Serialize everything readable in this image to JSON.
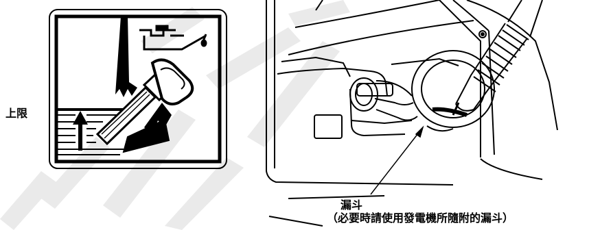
{
  "labels": {
    "upper_limit": "上限",
    "funnel": "漏斗",
    "funnel_note": "（必要時請使用發電機所隨附的漏斗）"
  },
  "colors": {
    "line": "#000000",
    "watermark": "#e6e6e6",
    "background": "#ffffff"
  },
  "icons": {
    "oil_can": "oil-can-icon",
    "dipstick": "dipstick-icon",
    "arrow_up": "arrow-up-icon"
  }
}
